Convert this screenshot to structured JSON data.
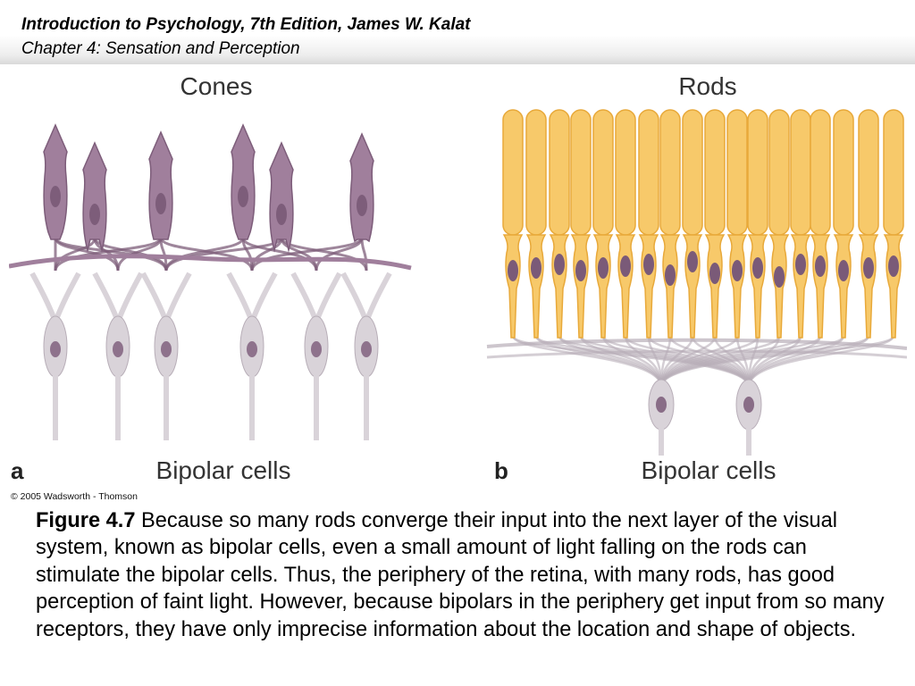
{
  "header": {
    "title": "Introduction to Psychology, 7th Edition, James W. Kalat",
    "subtitle": "Chapter 4: Sensation and Perception"
  },
  "figure": {
    "panel_a": {
      "top_label": "Cones",
      "bottom_label": "Bipolar cells",
      "letter": "a"
    },
    "panel_b": {
      "top_label": "Rods",
      "bottom_label": "Bipolar cells",
      "letter": "b"
    },
    "copyright": "© 2005 Wadsworth - Thomson",
    "colors": {
      "cone": "#a07f9c",
      "cone_dark": "#7d5d7a",
      "bipolar": "#d9d3d9",
      "bipolar_dark": "#b8aeb8",
      "rod": "#f7c96a",
      "rod_edge": "#e8a93a",
      "nucleus": "#7a5a78"
    }
  },
  "caption": {
    "label": "Figure 4.7",
    "text": " Because so many rods converge their input into the next layer of the visual system, known as bipolar cells, even a small amount of light falling on the rods can stimulate the bipolar cells. Thus, the periphery of the retina, with many rods, has good perception of faint light. However, because bipolars in the periphery get input from so many receptors, they have only imprecise information about the location and shape of objects."
  }
}
